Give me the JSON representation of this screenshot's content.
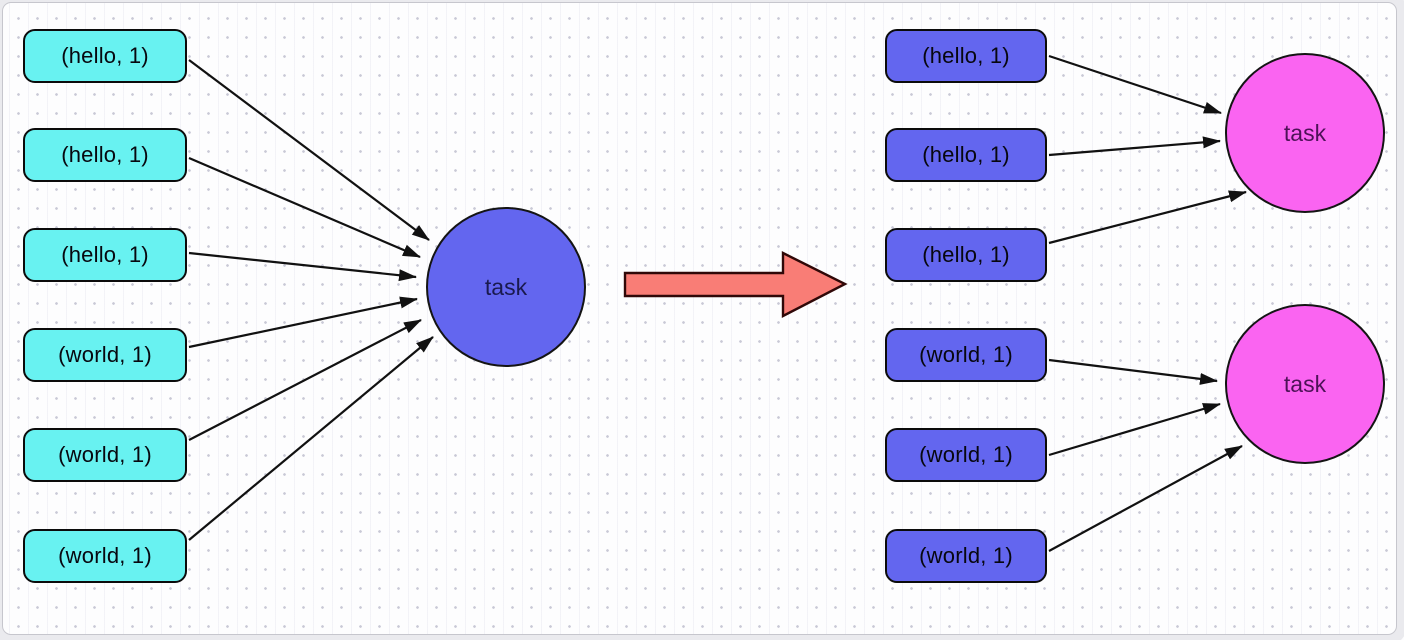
{
  "colors": {
    "canvas-bg": "#fdfdfe",
    "grid-dot": "#c9c9d6",
    "record-before-fill": "#68F2F1",
    "record-after-fill": "#6366EF",
    "task-before-fill": "#6366EF",
    "task-after-fill": "#FA64F1",
    "transform-arrow-fill": "#F97D76",
    "edge-stroke": "#111111"
  },
  "before": {
    "records": [
      "(hello, 1)",
      "(hello, 1)",
      "(hello, 1)",
      "(world, 1)",
      "(world, 1)",
      "(world, 1)"
    ],
    "task": "task"
  },
  "after": {
    "records": [
      "(hello, 1)",
      "(hello, 1)",
      "(hello, 1)",
      "(world, 1)",
      "(world, 1)",
      "(world, 1)"
    ],
    "tasks": [
      "task",
      "task"
    ]
  },
  "edges": {
    "before": [
      {
        "from": 0,
        "to": 0
      },
      {
        "from": 1,
        "to": 0
      },
      {
        "from": 2,
        "to": 0
      },
      {
        "from": 3,
        "to": 0
      },
      {
        "from": 4,
        "to": 0
      },
      {
        "from": 5,
        "to": 0
      }
    ],
    "after": [
      {
        "from": 0,
        "to": 0
      },
      {
        "from": 1,
        "to": 0
      },
      {
        "from": 2,
        "to": 0
      },
      {
        "from": 3,
        "to": 1
      },
      {
        "from": 4,
        "to": 1
      },
      {
        "from": 5,
        "to": 1
      }
    ]
  }
}
